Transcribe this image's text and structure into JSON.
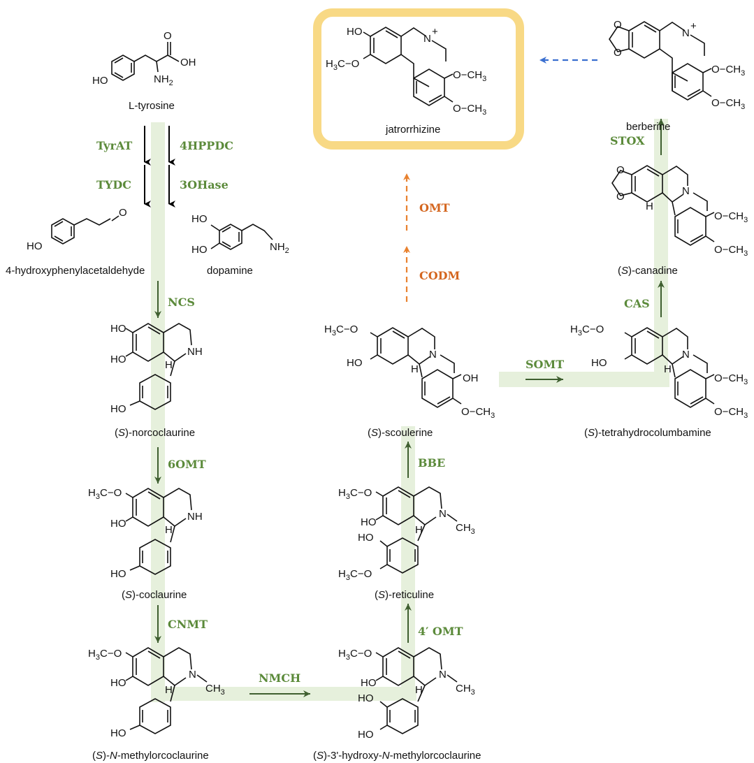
{
  "colors": {
    "enzyme": "#5b8a3a",
    "enzyme_alt": "#d4661f",
    "track": "#e6f0dc",
    "arrow_main": "#000000",
    "arrow_green": "#3f5f30",
    "arrow_orange": "#e8812e",
    "arrow_blue": "#3a6fd0",
    "highlight_box": "#f8d985"
  },
  "compounds": {
    "tyrosine": "L-tyrosine",
    "hpaa": "4-hydroxyphenylacetaldehyde",
    "dopamine": "dopamine",
    "norcoclaurine": {
      "pre": "(",
      "italic": "S",
      "post": ")-norcoclaurine"
    },
    "coclaurine": {
      "pre": "(",
      "italic": "S",
      "post": ")-coclaurine"
    },
    "nmc": {
      "pre": "(",
      "italic": "S",
      "mid": ")-",
      "italic2": "N",
      "post": "-methylorcoclaurine"
    },
    "hnmc": {
      "pre": "(",
      "italic": "S",
      "mid": ")-3'-hydroxy-",
      "italic2": "N",
      "post": "-methylorcoclaurine"
    },
    "reticuline": {
      "pre": "(",
      "italic": "S",
      "post": ")-reticuline"
    },
    "scoulerine": {
      "pre": "(",
      "italic": "S",
      "post": ")-scoulerine"
    },
    "thc": {
      "pre": "(",
      "italic": "S",
      "post": ")-tetrahydrocolumbamine"
    },
    "canadine": {
      "pre": "(",
      "italic": "S",
      "post": ")-canadine"
    },
    "berberine": "berberine",
    "jatrorrhizine": "jatrorrhizine"
  },
  "enzymes": {
    "tyrat": "TyrAT",
    "tydc": "TYDC",
    "hppdc": "4HPPDC",
    "ohase": "3OHase",
    "ncs": "NCS",
    "omt6": "6OMT",
    "cnmt": "CNMT",
    "nmch": "NMCH",
    "omt4": "4′ OMT",
    "bbe": "BBE",
    "somt": "SOMT",
    "cas": "CAS",
    "stox": "STOX",
    "codm": "CODM",
    "omt": "OMT"
  },
  "atoms": {
    "O": "O",
    "OH": "OH",
    "HO": "HO",
    "NH": "NH",
    "N": "N",
    "H": "H",
    "NH2": "NH",
    "sub2": "2",
    "H3C": "H",
    "H3C_sub": "3",
    "H3C_C": "C",
    "OCH3_pre": "O",
    "OCH3_C": "CH",
    "OCH3_sub": "3",
    "CH3": "CH",
    "CH3_sub": "3",
    "Nplus": "N",
    "plus": "+",
    "dash": "−"
  }
}
